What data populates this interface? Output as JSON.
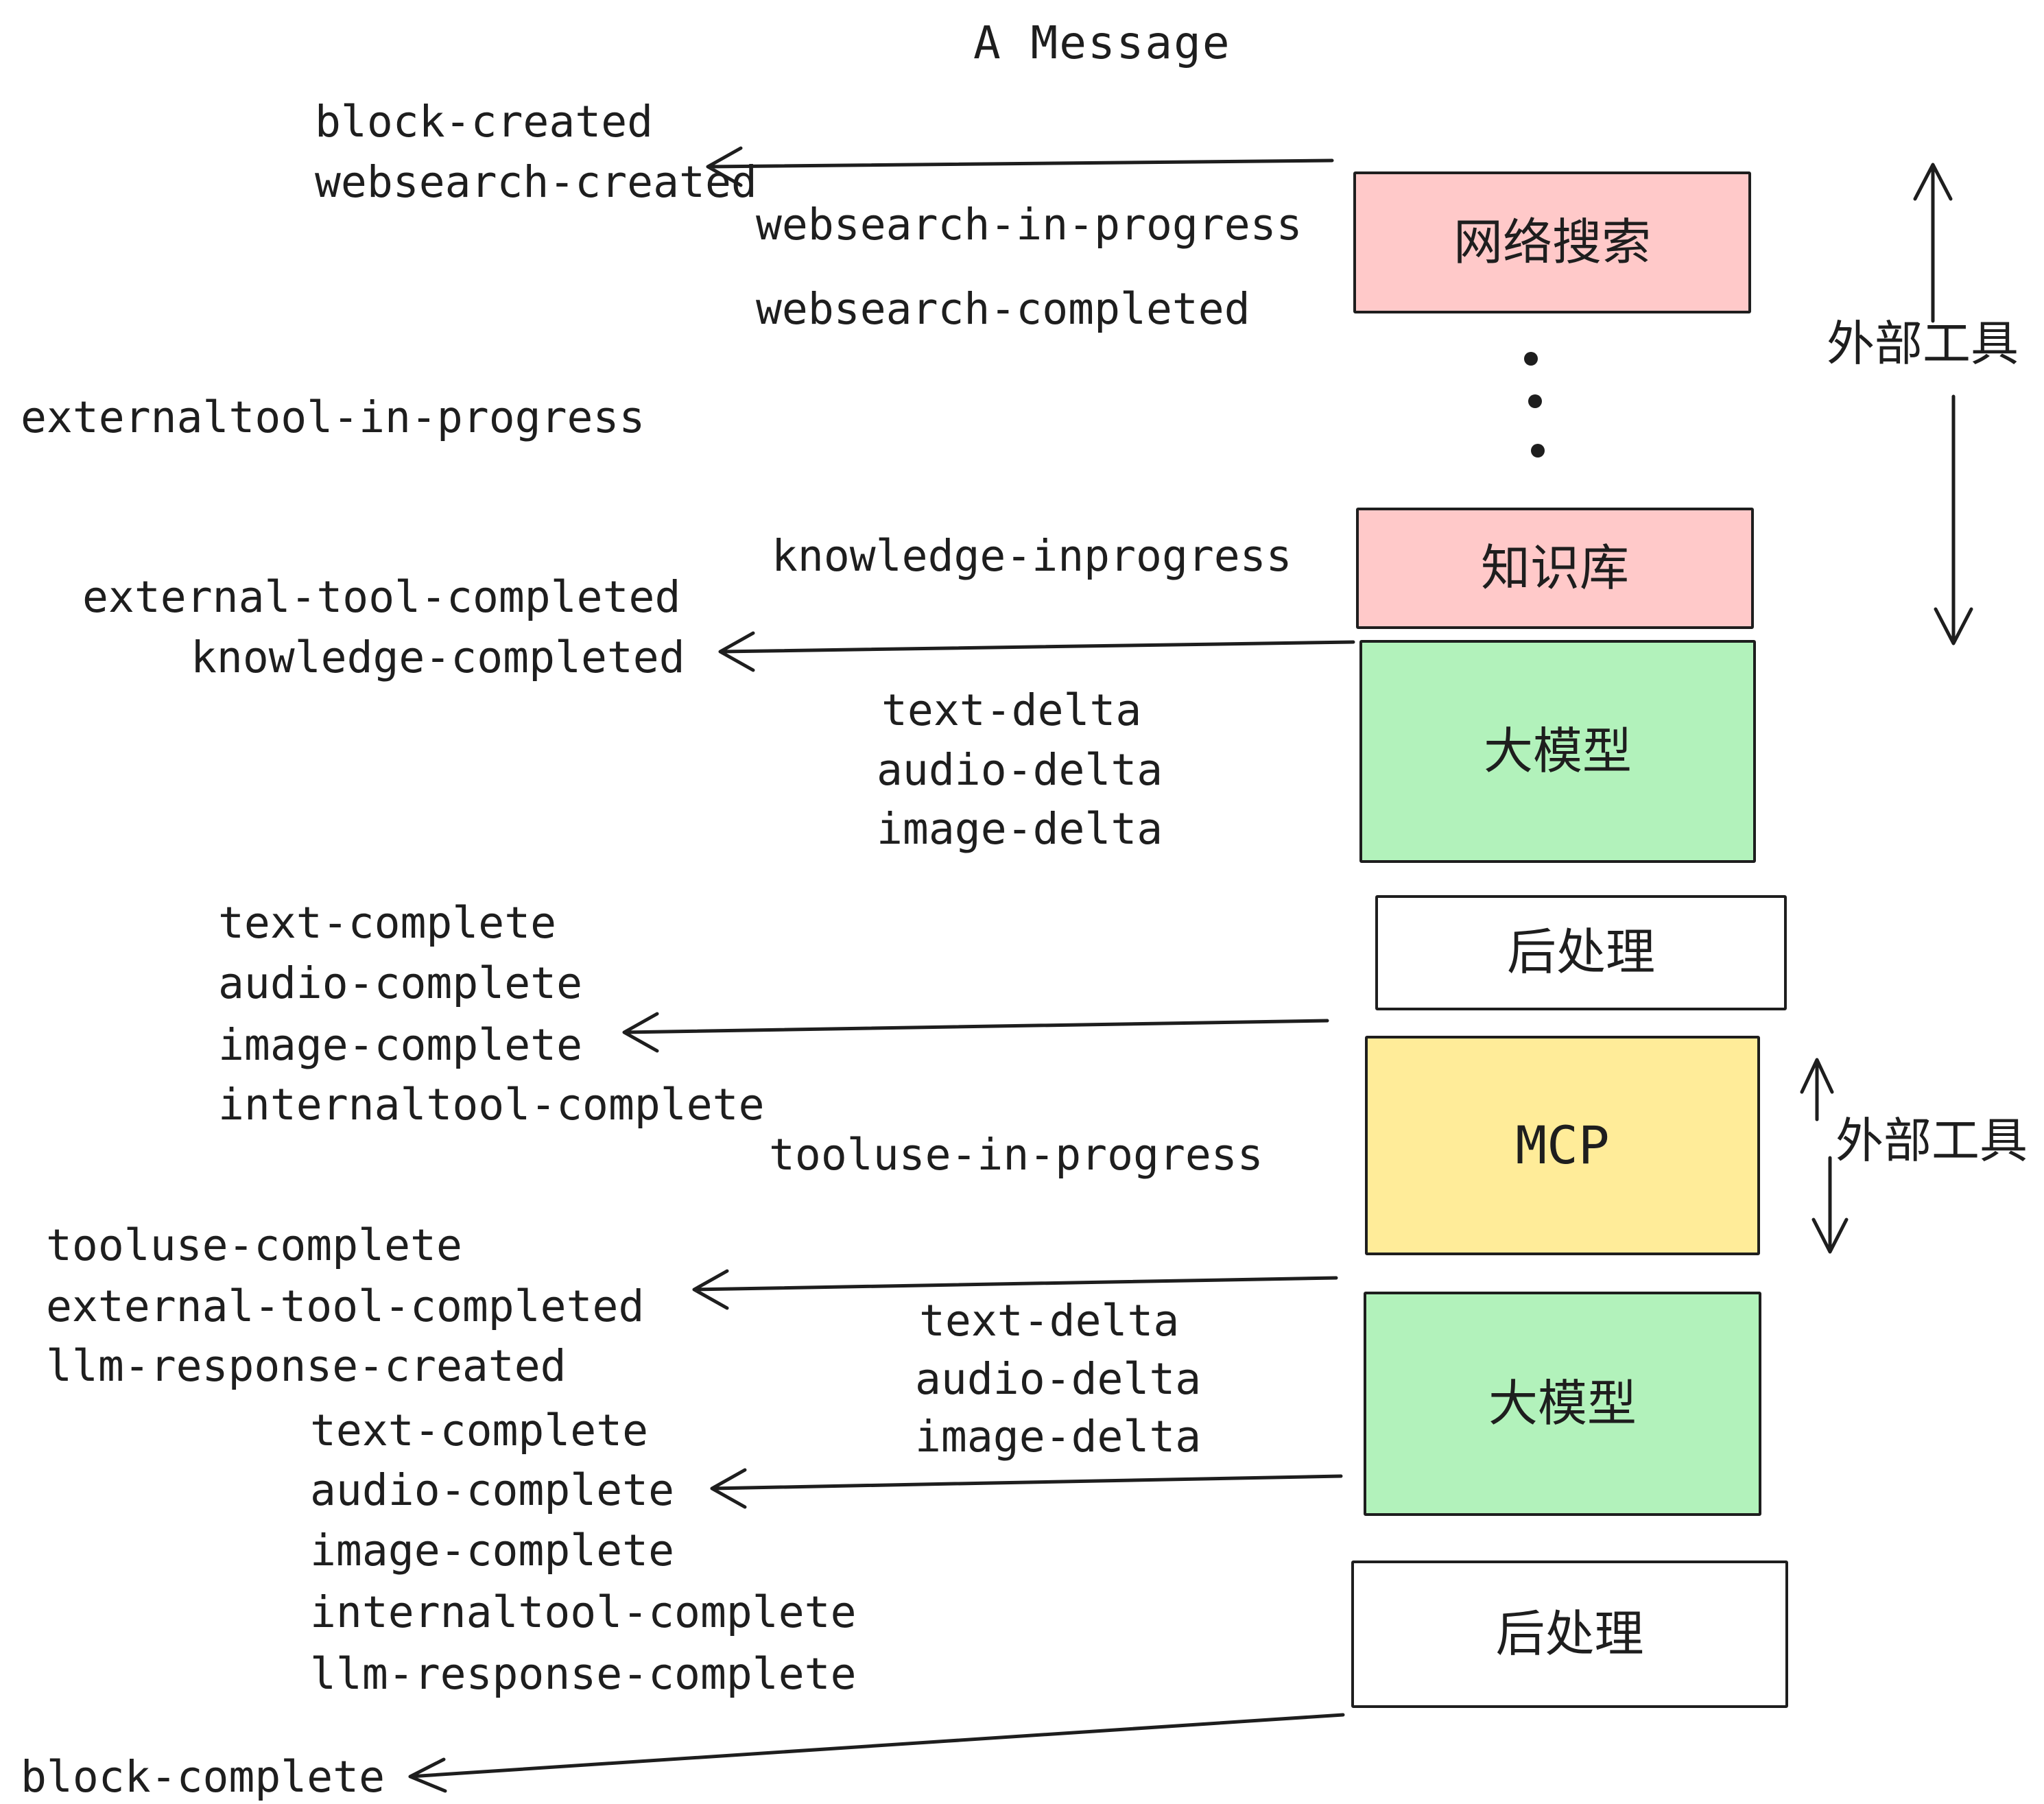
{
  "title": "A Message",
  "colors": {
    "pink": "#ffc9c9",
    "green": "#b2f2bb",
    "yellow": "#ffec99",
    "white": "#ffffff",
    "ink": "#1e1e1e"
  },
  "boxes": [
    {
      "id": "websearch",
      "label": "网络搜索",
      "color": "pink"
    },
    {
      "id": "knowledge",
      "label": "知识库",
      "color": "pink"
    },
    {
      "id": "llm-1",
      "label": "大模型",
      "color": "green"
    },
    {
      "id": "postprocess-1",
      "label": "后处理",
      "color": "white"
    },
    {
      "id": "mcp",
      "label": "MCP",
      "color": "yellow"
    },
    {
      "id": "llm-2",
      "label": "大模型",
      "color": "green"
    },
    {
      "id": "postprocess-2",
      "label": "后处理",
      "color": "white"
    }
  ],
  "annotations": {
    "external_tools_top": "外部工具",
    "external_tools_mcp": "外部工具"
  },
  "events": [
    {
      "text": "block-created"
    },
    {
      "text": "websearch-created"
    },
    {
      "text": "websearch-in-progress"
    },
    {
      "text": "websearch-completed"
    },
    {
      "text": "externaltool-in-progress"
    },
    {
      "text": "knowledge-inprogress"
    },
    {
      "text": "external-tool-completed"
    },
    {
      "text": "knowledge-completed"
    },
    {
      "text": "text-delta"
    },
    {
      "text": "audio-delta"
    },
    {
      "text": "image-delta"
    },
    {
      "text": "text-complete"
    },
    {
      "text": "audio-complete"
    },
    {
      "text": "image-complete"
    },
    {
      "text": "internaltool-complete"
    },
    {
      "text": "tooluse-in-progress"
    },
    {
      "text": "tooluse-complete"
    },
    {
      "text": "external-tool-completed"
    },
    {
      "text": "llm-response-created"
    },
    {
      "text": "text-delta"
    },
    {
      "text": "audio-delta"
    },
    {
      "text": "image-delta"
    },
    {
      "text": "text-complete"
    },
    {
      "text": "audio-complete"
    },
    {
      "text": "image-complete"
    },
    {
      "text": "internaltool-complete"
    },
    {
      "text": "llm-response-complete"
    },
    {
      "text": "block-complete"
    }
  ]
}
